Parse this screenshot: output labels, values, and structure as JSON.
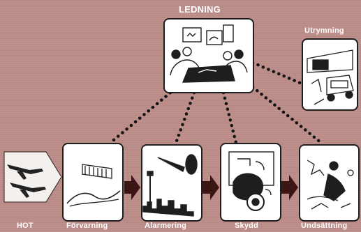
{
  "title": "LEDNING",
  "labels": {
    "hot": "HOT",
    "forvarning": "Förvarning",
    "alarmering": "Alarmering",
    "skydd": "Skydd",
    "insats": "Undsättning",
    "utrymning": "Utrymning"
  },
  "colors": {
    "background": "#b98a86",
    "panel": "#ffffff",
    "ink": "#1e1e1e",
    "arrow": "#3c1515",
    "dots": "#141414"
  }
}
